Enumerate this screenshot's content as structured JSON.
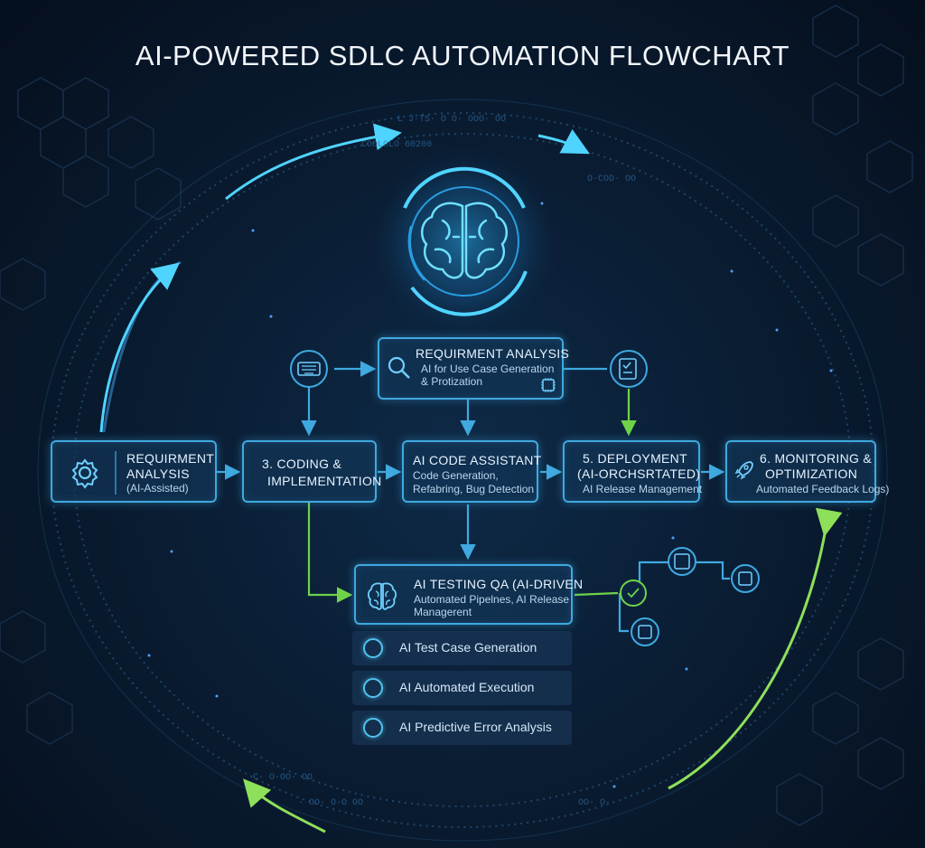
{
  "title": "AI-POWERED SDLC AUTOMATION FLOWCHART",
  "nodes": {
    "top": {
      "title": "REQUIRMENT ANALYSIS",
      "line1": "AI for Use Case Generation",
      "line2": "& Protization"
    },
    "step1": {
      "title1": "REQUIRMENT",
      "title2": "ANALYSIS",
      "sub": "(AI-Assisted)"
    },
    "step3": {
      "title1": "3. CODING &",
      "title2": "IMPLEMENTATION"
    },
    "assistant": {
      "title": "AI CODE ASSISTANT",
      "line1": "Code Generation,",
      "line2": "Refabring, Bug Detection"
    },
    "step5": {
      "title1": "5. DEPLOYMENT",
      "title2": "(AI-ORCHSRTATED)",
      "sub": "AI Release Management"
    },
    "step6": {
      "title1": "6. MONITORING &",
      "title2": "OPTIMIZATION",
      "sub": "Automated Feedback Logs)"
    },
    "testing": {
      "title": "AI TESTING QA (AI-DRIVEN",
      "line1": "Automated Pipelnes, AI Release",
      "line2": "Managerent"
    }
  },
  "test_items": [
    "AI Test Case Generation",
    "AI Automated Execution",
    "AI Predictive Error Analysis"
  ],
  "icons": [
    "brain-icon",
    "keyboard-icon",
    "checklist-icon",
    "gear-icon",
    "rocket-icon",
    "chip-icon",
    "magnifier-icon",
    "robot-hand-icon"
  ],
  "colors": {
    "accent": "#3fa9e0",
    "glow": "#4fd4ff",
    "green": "#6fd34a",
    "background": "#0a1d33"
  }
}
